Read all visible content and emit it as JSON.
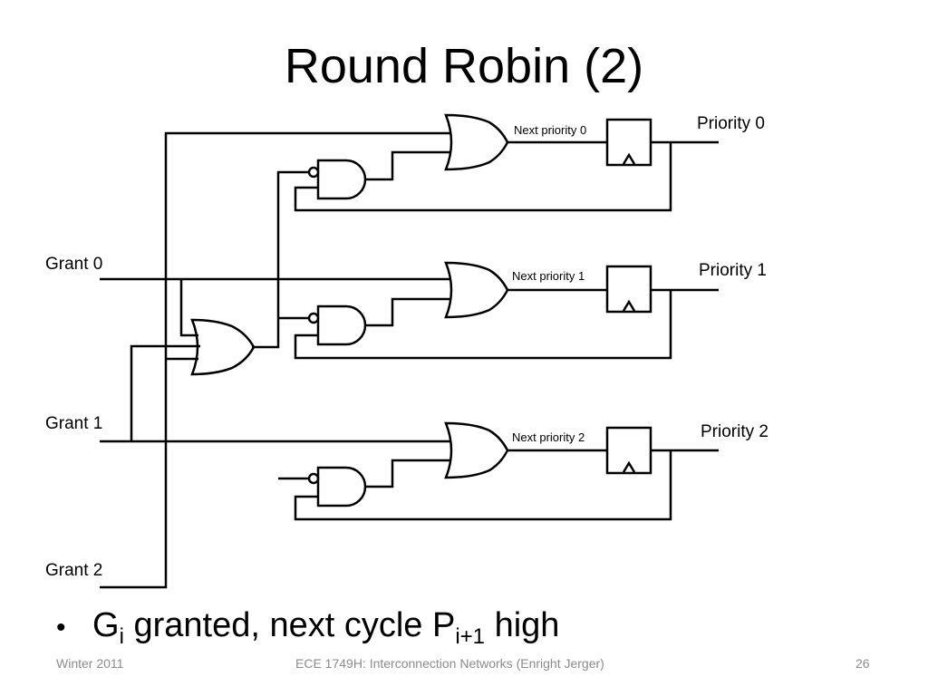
{
  "slide": {
    "title": "Round Robin (2)"
  },
  "diagram": {
    "grant_labels": [
      "Grant 0",
      "Grant 1",
      "Grant 2"
    ],
    "priority_labels": [
      "Priority 0",
      "Priority 1",
      "Priority 2"
    ],
    "next_priority_labels": [
      "Next priority 0",
      "Next priority 1",
      "Next priority 2"
    ]
  },
  "bullet": {
    "symbol": "•",
    "part1": "G",
    "sub1": "i",
    "part2": " granted, next cycle P",
    "sub2": "i+1",
    "part3": " high"
  },
  "footer": {
    "left": "Winter 2011",
    "center": "ECE 1749H: Interconnection Networks (Enright Jerger)",
    "page": "26"
  }
}
